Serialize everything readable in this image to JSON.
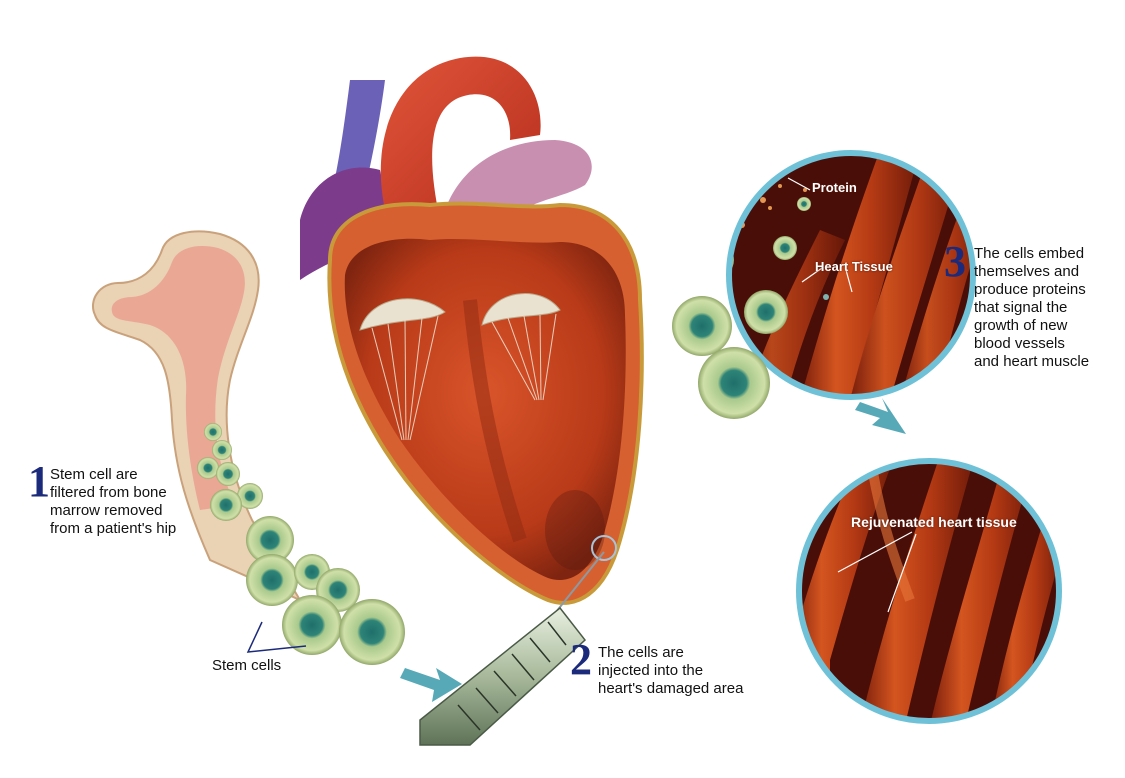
{
  "steps": [
    {
      "number": "1",
      "text": "Stem cell are\nfiltered from bone\nmarrow removed\nfrom a patient's hip"
    },
    {
      "number": "2",
      "text": "The cells are\ninjected into the\nheart's damaged area"
    },
    {
      "number": "3",
      "text": "The cells embed\nthemselves and\nproduce proteins\nthat signal the\ngrowth of new\nblood vessels\nand heart muscle"
    }
  ],
  "labels": {
    "stem_cells": "Stem cells",
    "protein": "Protein",
    "heart_tissue": "Heart Tissue",
    "rejuvenated": "Rejuvenated heart tissue"
  },
  "colors": {
    "step_number": "#1b2a7a",
    "arrow": "#3a9aaa",
    "muscle": "#c8431c",
    "bone": "#e8c9a8",
    "cell": "#cfe0a8"
  }
}
